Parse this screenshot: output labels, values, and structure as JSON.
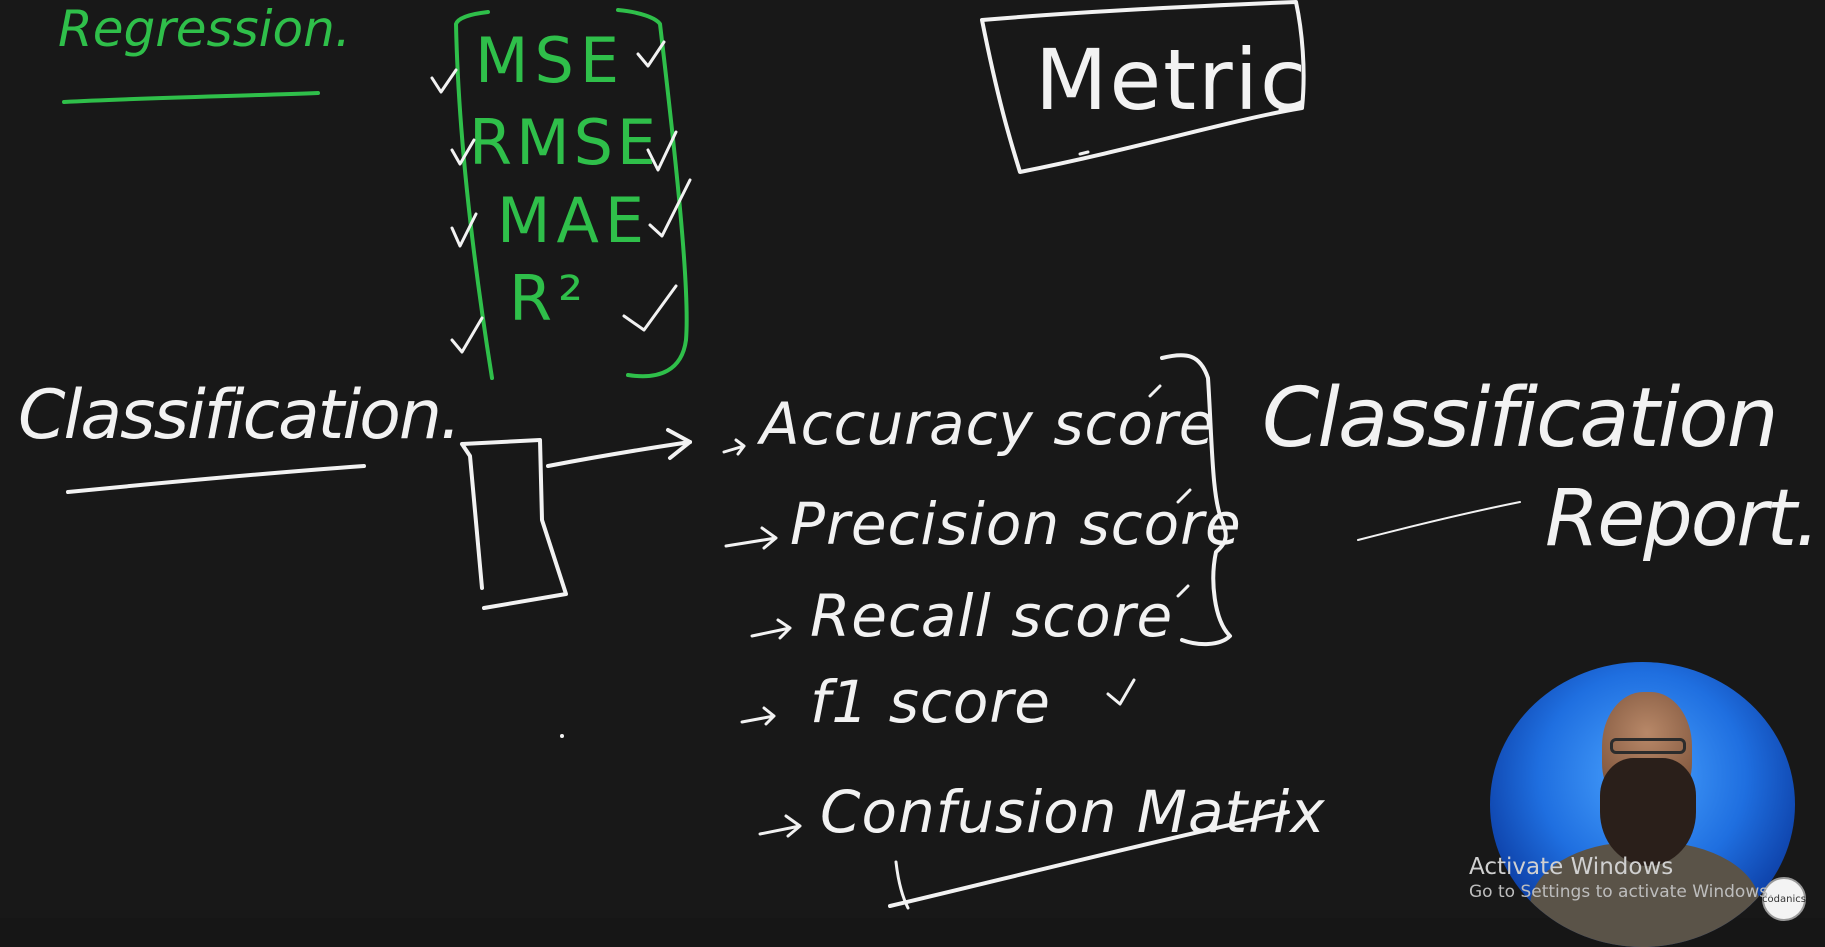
{
  "board": {
    "regression": {
      "title": "Regression.",
      "metrics": [
        "MSE",
        "RMSE",
        "MAE",
        "R²"
      ]
    },
    "metric_label": "Metric",
    "classification": {
      "title": "Classification.",
      "metrics": [
        "Accuracy score",
        "Precision score",
        "Recall score",
        "f1 score",
        "Confusion Matrix"
      ]
    },
    "classification_report": {
      "line1": "Classification",
      "line2": "Report."
    },
    "colors": {
      "chalk_white": "#f2f2f2",
      "chalk_green": "#2fbf4a",
      "background": "#181818"
    }
  },
  "webcam": {
    "logo_text": "codanics"
  },
  "os_notice": {
    "title": "Activate Windows",
    "subtitle": "Go to Settings to activate Windows."
  }
}
